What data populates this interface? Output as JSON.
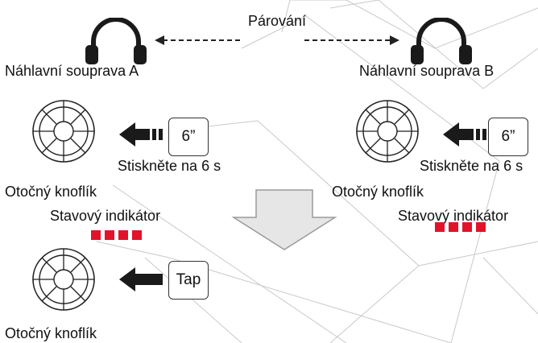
{
  "pairing_label": "Párování",
  "headset_a_label": "Náhlavní souprava A",
  "headset_b_label": "Náhlavní souprava B",
  "press_key_label": "6”",
  "press_instruction": "Stiskněte na 6 s",
  "dial_label": "Otočný knoflík",
  "status_indicator_label": "Stavový indikátor",
  "tap_key_label": "Tap",
  "icons": {
    "headset": "headphones-icon",
    "dial": "rotary-dial-icon",
    "press_arrow": "press-arrow-icon",
    "tap_arrow": "tap-arrow-icon",
    "result_arrow": "down-arrow-icon"
  },
  "colors": {
    "led": "#e3122a",
    "icon": "#1a1a1a",
    "result_arrow_fill": "#e6e6e6",
    "result_arrow_stroke": "#9a9a9a"
  }
}
